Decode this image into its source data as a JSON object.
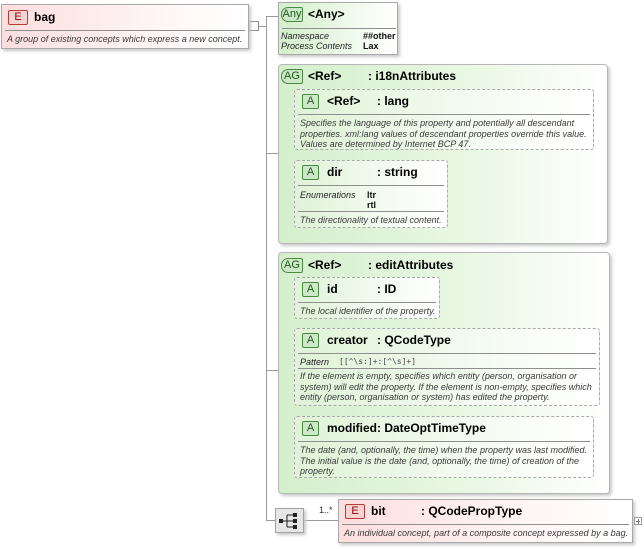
{
  "bag": {
    "badge": "E",
    "name": "bag",
    "description": "A group of existing concepts which express a new concept."
  },
  "any": {
    "badge": "Any",
    "name": "<Any>",
    "props": [
      {
        "label": "Namespace",
        "value": "##other"
      },
      {
        "label": "Process Contents",
        "value": "Lax"
      }
    ]
  },
  "i18n": {
    "badge": "AG",
    "ref": "<Ref>",
    "name": ": i18nAttributes",
    "lang": {
      "badge": "A",
      "ref": "<Ref>",
      "name": ": lang",
      "description": "Specifies the language of this property and potentially all descendant properties. xml:lang values of descendant properties override this value. Values are determined by Internet BCP 47."
    },
    "dir": {
      "badge": "A",
      "name": "dir",
      "type": ": string",
      "enum_label": "Enumerations",
      "enums": [
        "ltr",
        "rtl"
      ],
      "description": "The directionality of textual content."
    }
  },
  "edit": {
    "badge": "AG",
    "ref": "<Ref>",
    "name": ": editAttributes",
    "id": {
      "badge": "A",
      "name": "id",
      "type": ": ID",
      "description": "The local identifier of the property."
    },
    "creator": {
      "badge": "A",
      "name": "creator",
      "type": ": QCodeType",
      "pattern_label": "Pattern",
      "pattern": "[[^\\s:]+:[^\\s]+]",
      "description": "If the element is empty, specifies which entity (person, organisation or system) will edit the property. If the element is non-empty, specifies which entity (person, organisation or system) has edited the property."
    },
    "modified": {
      "badge": "A",
      "name": "modified",
      "type": ": DateOptTimeType",
      "description": "The date (and, optionally, the time) when the property was last modified. The initial value is the date (and, optionally, the time) of creation of the property."
    }
  },
  "bit": {
    "badge": "E",
    "name": "bit",
    "type": ": QCodePropType",
    "cardinality": "1..*",
    "description": "An individual concept, part of a composite concept expressed by a bag."
  },
  "colors": {
    "element": "#f9d2d2",
    "attribute": "#cde8c8",
    "connector": "#9a9a9a"
  }
}
